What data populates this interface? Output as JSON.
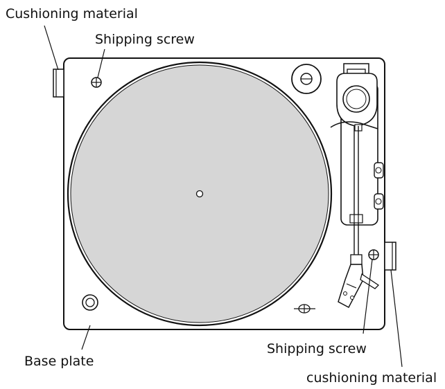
{
  "labels": {
    "cushioning_top_left": "Cushioning material",
    "shipping_screw_top": "Shipping screw",
    "base_plate": "Base plate",
    "shipping_screw_bottom": "Shipping screw",
    "cushioning_bottom_right": "cushioning material"
  },
  "colors": {
    "platter_fill": "#d6d6d6",
    "base_fill": "#ffffff",
    "line": "#111111"
  }
}
